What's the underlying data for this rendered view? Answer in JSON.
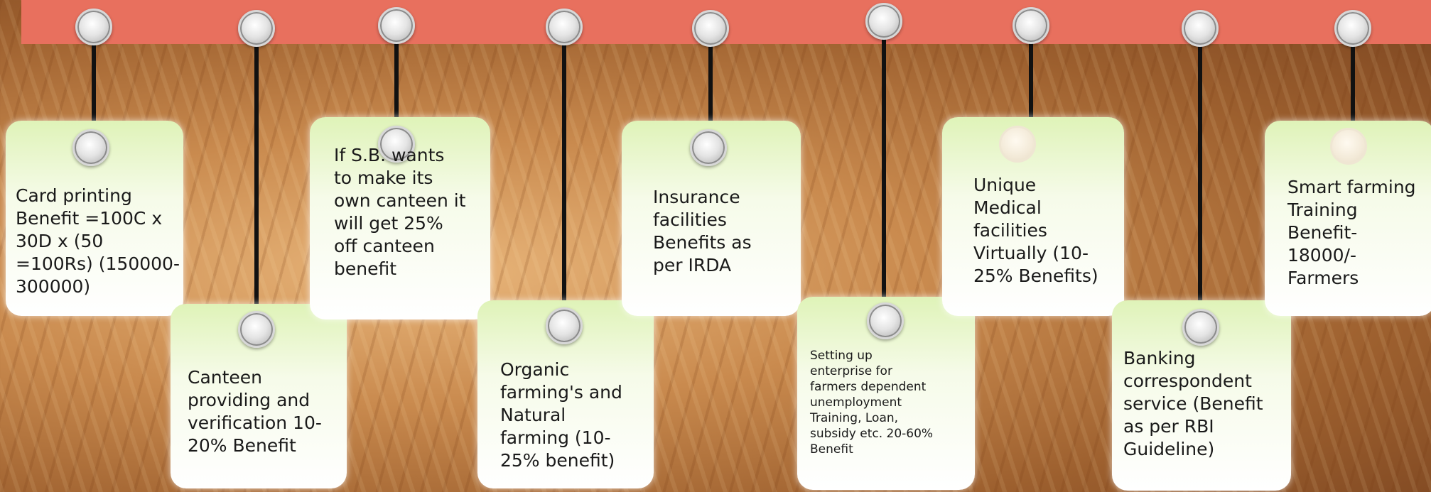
{
  "cards": [
    {
      "text": "Card printing\nBenefit =100C x\n30D x (50\n=100Rs) (150000-\n300000)"
    },
    {
      "text": "Canteen\nproviding and\nverification 10-\n20% Benefit"
    },
    {
      "text": "If S.B. wants\nto make its\nown canteen it\nwill get 25%\noff canteen\nbenefit"
    },
    {
      "text": "Organic\nfarming's and\nNatural\nfarming (10-\n25% benefit)"
    },
    {
      "text": "Insurance\nfacilities\nBenefits as\nper IRDA"
    },
    {
      "text": "Setting up\nenterprise for\nfarmers dependent\nunemployment\nTraining, Loan,\nsubsidy etc. 20-60%\nBenefit"
    },
    {
      "text": "Unique\nMedical\nfacilities\nVirtually (10-\n25% Benefits)"
    },
    {
      "text": "Banking\ncorrespondent\nservice (Benefit\nas per RBI\nGuideline)"
    },
    {
      "text": "Smart farming\nTraining\nBenefit-\n18000/-\nFarmers"
    }
  ]
}
